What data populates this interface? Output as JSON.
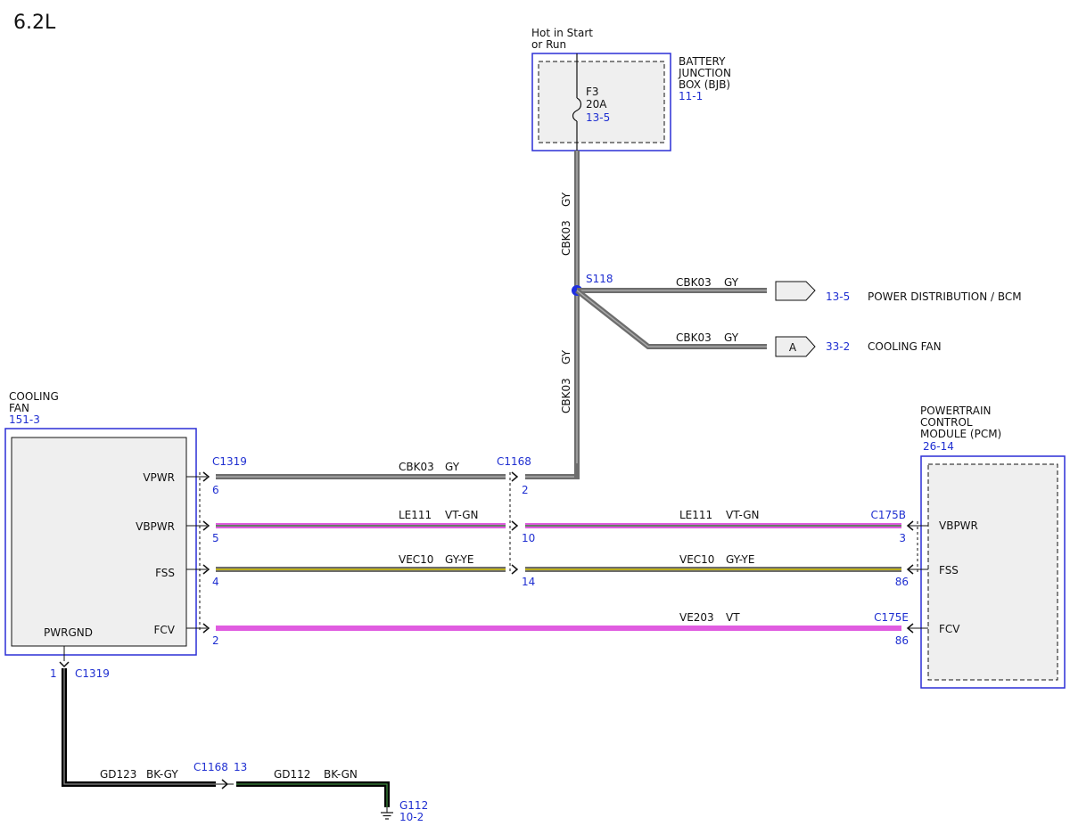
{
  "page_title": "6.2L",
  "colors": {
    "outline_blue": "#2b2fd6",
    "box_fill": "#efefef",
    "ref_text": "#1f2fd1",
    "wire_gray": "#6d6d6d",
    "wire_gray_hi": "#a9a9a9",
    "wire_vt": "#e05ce0",
    "wire_gn": "#3f8a3f",
    "wire_ye": "#d6c400",
    "wire_bk": "#000000",
    "splice_dot": "#1f2fe0"
  },
  "bjb": {
    "hot_line1": "Hot in Start",
    "hot_line2": "or Run",
    "name_line1": "BATTERY",
    "name_line2": "JUNCTION",
    "name_line3": "BOX (BJB)",
    "page_ref": "11-1",
    "fuse_name": "F3",
    "fuse_rating": "20A",
    "fuse_ref": "13-5"
  },
  "vertical_wire_upper": {
    "circuit": "CBK03",
    "color": "GY"
  },
  "vertical_wire_lower": {
    "circuit": "CBK03",
    "color": "GY"
  },
  "splice": {
    "name": "S118"
  },
  "branches": [
    {
      "circuit": "CBK03",
      "color": "GY",
      "connector_letter": "",
      "page_ref": "13-5",
      "destination": "POWER DISTRIBUTION / BCM"
    },
    {
      "circuit": "CBK03",
      "color": "GY",
      "connector_letter": "A",
      "page_ref": "33-2",
      "destination": "COOLING FAN"
    }
  ],
  "cooling_fan": {
    "name_line1": "COOLING",
    "name_line2": "FAN",
    "page_ref": "151-3",
    "pins": [
      "VPWR",
      "VBPWR",
      "FSS",
      "FCV"
    ],
    "ground_pin": "PWRGND"
  },
  "pcm": {
    "name_line1": "POWERTRAIN",
    "name_line2": "CONTROL",
    "name_line3": "MODULE (PCM)",
    "page_ref": "26-14",
    "pins": [
      "VBPWR",
      "FSS",
      "FCV"
    ]
  },
  "fan_connector": {
    "name": "C1319",
    "pins": [
      "6",
      "5",
      "4",
      "2"
    ]
  },
  "inline_connector": {
    "name": "C1168",
    "pins": [
      "2",
      "10",
      "14"
    ]
  },
  "wires": [
    {
      "left_circuit": "CBK03",
      "left_color": "GY"
    },
    {
      "left_circuit": "LE111",
      "left_color": "VT-GN",
      "right_circuit": "LE111",
      "right_color": "VT-GN",
      "pcm_connector": "C175B",
      "pcm_pin": "3"
    },
    {
      "left_circuit": "VEC10",
      "left_color": "GY-YE",
      "right_circuit": "VEC10",
      "right_color": "GY-YE",
      "pcm_connector": "",
      "pcm_pin": "86"
    },
    {
      "circuit": "VE203",
      "color": "VT",
      "pcm_connector": "C175E",
      "pcm_pin": "86"
    }
  ],
  "ground": {
    "pin": "1",
    "connector": "C1319",
    "wire1_circuit": "GD123",
    "wire1_color": "BK-GY",
    "inline": "C1168",
    "inline_pin": "13",
    "wire2_circuit": "GD112",
    "wire2_color": "BK-GN",
    "ground_name": "G112",
    "ground_ref": "10-2"
  }
}
